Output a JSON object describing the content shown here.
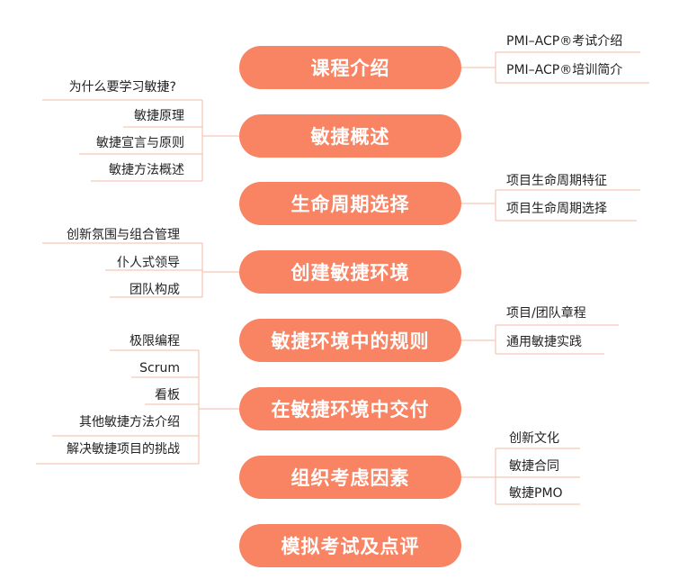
{
  "accent_color": "#f98463",
  "line_color": "#f3bba6",
  "nodes": [
    {
      "title": "课程介绍",
      "left_branches": [],
      "right_branches": [
        "PMI–ACP®考试介绍",
        "PMI–ACP®培训简介"
      ]
    },
    {
      "title": "敏捷概述",
      "left_branches": [
        "为什么要学习敏捷?",
        "敏捷原理",
        "敏捷宣言与原则",
        "敏捷方法概述"
      ],
      "right_branches": []
    },
    {
      "title": "生命周期选择",
      "left_branches": [],
      "right_branches": [
        "项目生命周期特征",
        "项目生命周期选择"
      ]
    },
    {
      "title": "创建敏捷环境",
      "left_branches": [
        "创新氛围与组合管理",
        "仆人式领导",
        "团队构成"
      ],
      "right_branches": []
    },
    {
      "title": "敏捷环境中的规则",
      "left_branches": [],
      "right_branches": [
        "项目/团队章程",
        "通用敏捷实践"
      ]
    },
    {
      "title": "在敏捷环境中交付",
      "left_branches": [
        "极限编程",
        "Scrum",
        "看板",
        "其他敏捷方法介绍",
        "解决敏捷项目的挑战"
      ],
      "right_branches": []
    },
    {
      "title": "组织考虑因素",
      "left_branches": [],
      "right_branches": [
        "创新文化",
        "敏捷合同",
        "敏捷PMO"
      ]
    },
    {
      "title": "模拟考试及点评",
      "left_branches": [],
      "right_branches": []
    }
  ]
}
